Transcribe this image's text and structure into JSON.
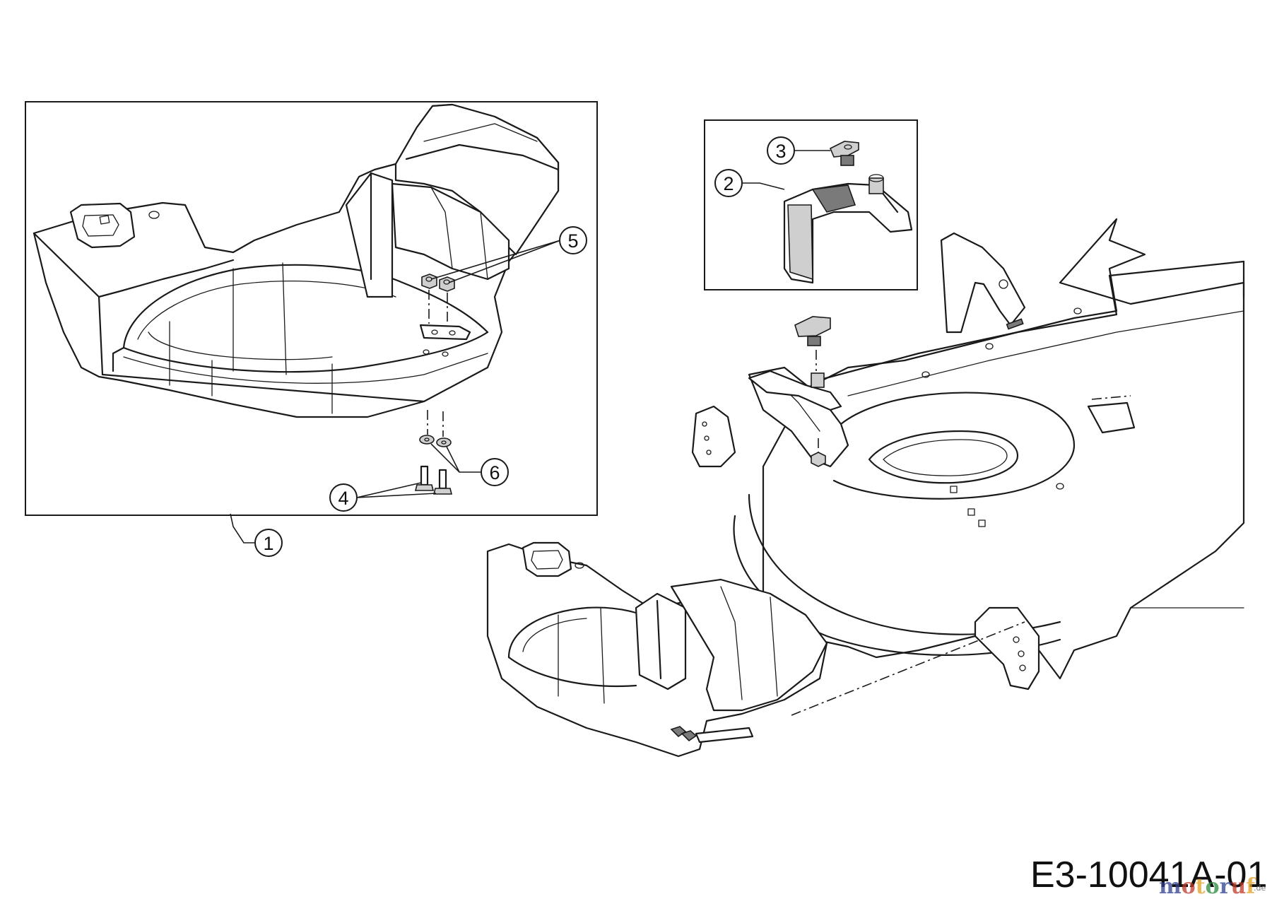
{
  "diagram": {
    "code": "E3-10041A-01",
    "callouts": [
      "1",
      "2",
      "3",
      "4",
      "5",
      "6"
    ],
    "watermark": {
      "text": "motoruf",
      "suffix": ".de",
      "colors": [
        "#2e3f8f",
        "#c0392b",
        "#e0a020",
        "#2a8a3a"
      ]
    }
  }
}
